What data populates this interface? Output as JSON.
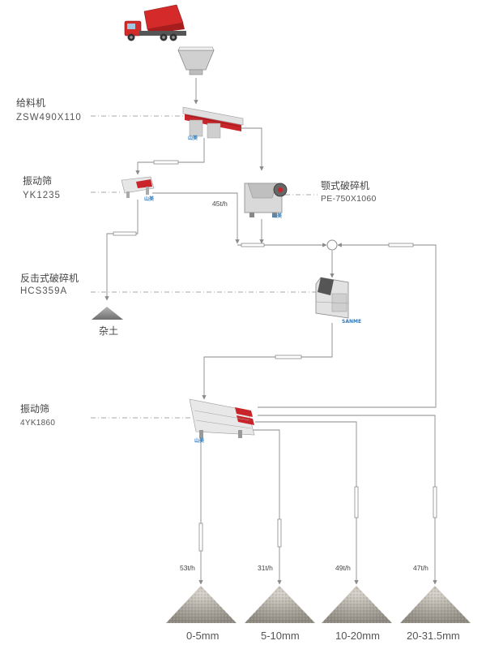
{
  "labels": {
    "feeder": {
      "name": "给料机",
      "model": "ZSW490X110"
    },
    "screen1": {
      "name": "振动筛",
      "model": "YK1235"
    },
    "jaw": {
      "name": "颚式破碎机",
      "model": "PE-750X1060"
    },
    "impact": {
      "name": "反击式破碎机",
      "model": "HCS359A"
    },
    "screen2": {
      "name": "振动筛",
      "model": "4YK1860"
    }
  },
  "waste": {
    "name": "杂土"
  },
  "rates": {
    "jaw_in": "45t/h",
    "out1": "53t/h",
    "out2": "31t/h",
    "out3": "49t/h",
    "out4": "47t/h"
  },
  "products": [
    "0-5mm",
    "5-10mm",
    "10-20mm",
    "20-31.5mm"
  ],
  "brand": {
    "mark": "山美",
    "impact_tag": "SANME"
  },
  "colors": {
    "truck_cab": "#c8242a",
    "screen_red": "#c8242a",
    "flow_line": "#8a8a8a",
    "leader_line": "#888888",
    "brand_blue": "#2b7bc0",
    "machine_grey": "#d9d9d9"
  }
}
